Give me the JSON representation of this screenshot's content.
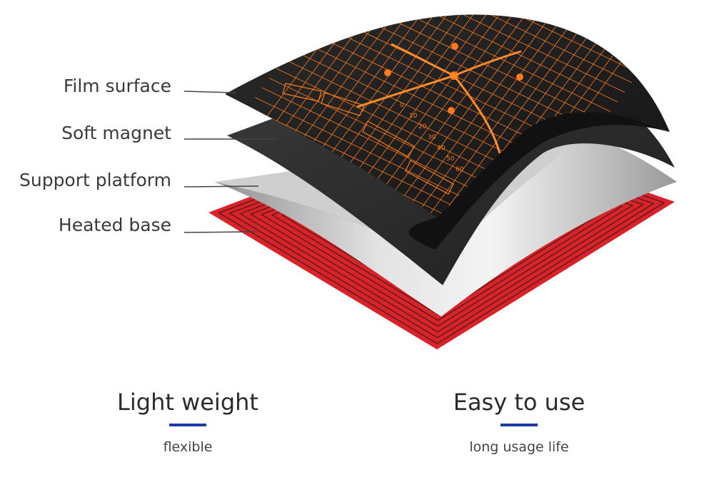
{
  "layers": [
    {
      "label": "Film surface"
    },
    {
      "label": "Soft magnet"
    },
    {
      "label": "Support platform"
    },
    {
      "label": "Heated base"
    }
  ],
  "features": [
    {
      "title": "Light weight",
      "subtitle": "flexible"
    },
    {
      "title": "Easy to use",
      "subtitle": "long usage life"
    }
  ],
  "plate_numbers": [
    "0",
    "10",
    "20",
    "30",
    "40",
    "50",
    "60"
  ],
  "colors": {
    "accent_underline": "#1e3aa8",
    "grid_orange": "#ff7a1a",
    "heated_red": "#d8232a",
    "film_black": "#1c1c1c",
    "magnet_black": "#2a2a2a",
    "support_silver": "#bdbdbd"
  }
}
